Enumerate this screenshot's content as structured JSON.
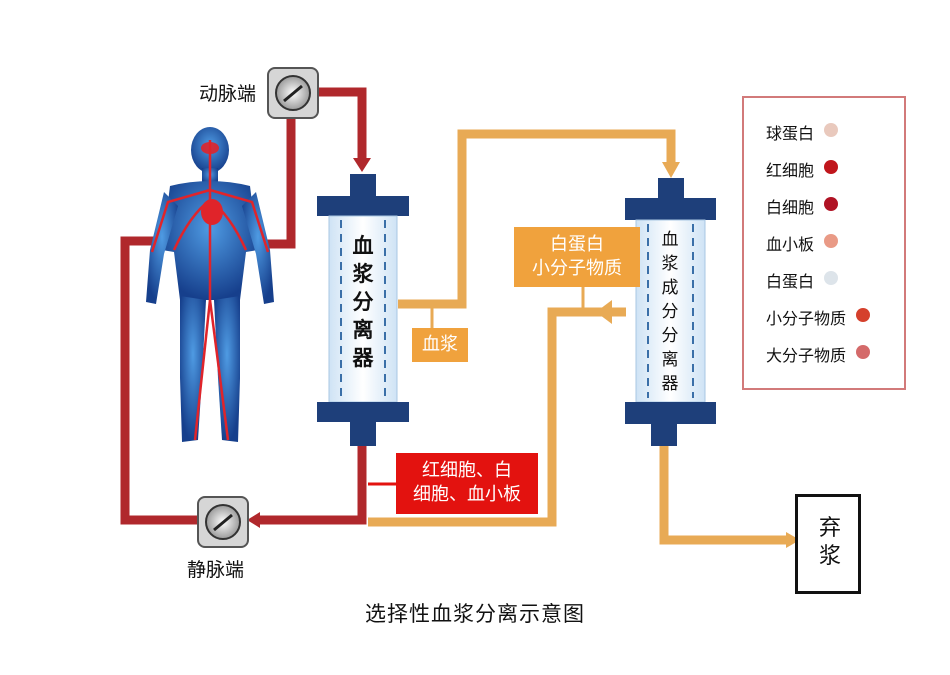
{
  "title": "选择性血浆分离示意图",
  "labels": {
    "artery": "动脉端",
    "vein": "静脉端"
  },
  "separator1": "血浆分离器",
  "separator2": "血浆成分分离器",
  "tags": {
    "plasma": "血浆",
    "albumin_small": "白蛋白\n小分子物质",
    "cells": "红细胞、白\n细胞、血小板"
  },
  "discard": "弃浆",
  "legend": {
    "items": [
      {
        "label": "球蛋白",
        "color": "#e9c9bd"
      },
      {
        "label": "红细胞",
        "color": "#c0161c"
      },
      {
        "label": "白细胞",
        "color": "#b01224"
      },
      {
        "label": "血小板",
        "color": "#e99a86"
      },
      {
        "label": "白蛋白",
        "color": "#dde4ea"
      },
      {
        "label": "小分子物质",
        "color": "#d5402c"
      },
      {
        "label": "大分子物质",
        "color": "#d46a6a"
      }
    ]
  },
  "colors": {
    "blood": "#b0282c",
    "plasma": "#e8aa55",
    "filter_cap": "#1e3f7a",
    "body": "#1f5fb0",
    "cells_tag": "#e3120f",
    "plasma_tag": "#f0a23d"
  }
}
